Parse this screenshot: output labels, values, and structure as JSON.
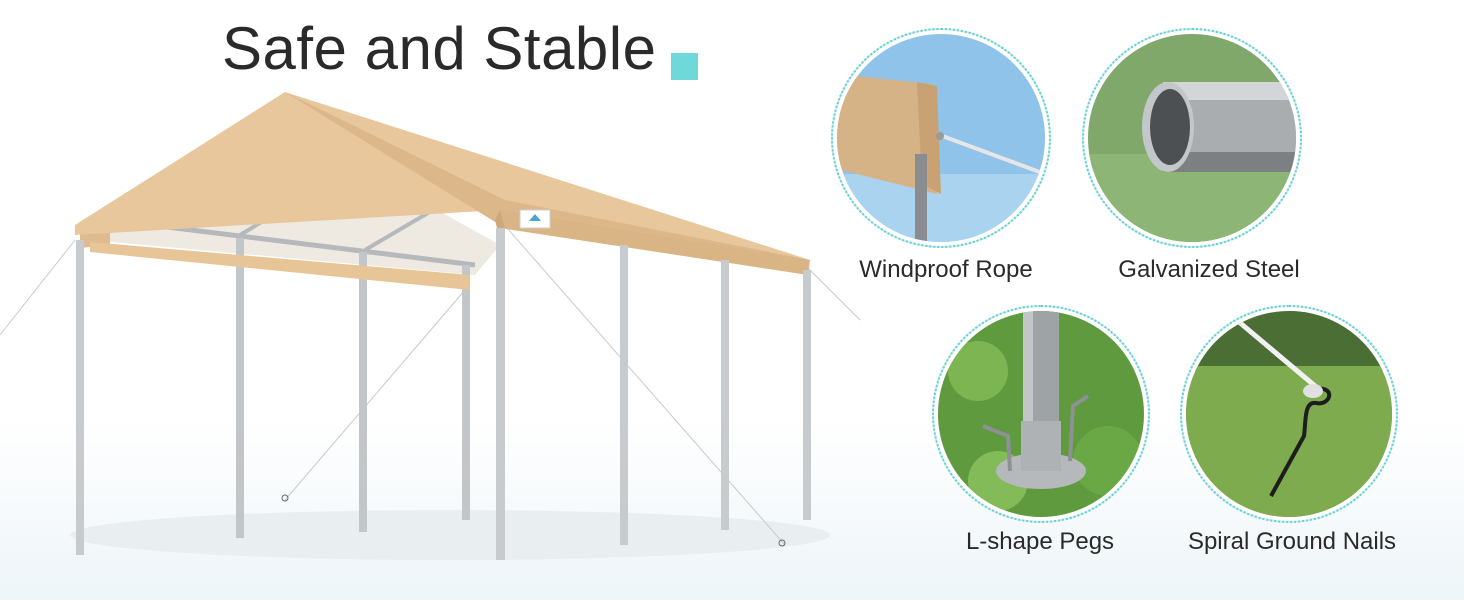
{
  "header": {
    "title": "Safe and Stable"
  },
  "brand": {
    "accent": "#6fd8d8",
    "canopy_color": "#e8c79c"
  },
  "features": [
    {
      "label": "Windproof Rope",
      "icon": "windproof-rope-photo"
    },
    {
      "label": "Galvanized Steel",
      "icon": "galvanized-steel-photo"
    },
    {
      "label": "L-shape Pegs",
      "icon": "l-shape-pegs-photo"
    },
    {
      "label": "Spiral Ground Nails",
      "icon": "spiral-ground-nails-photo"
    }
  ]
}
